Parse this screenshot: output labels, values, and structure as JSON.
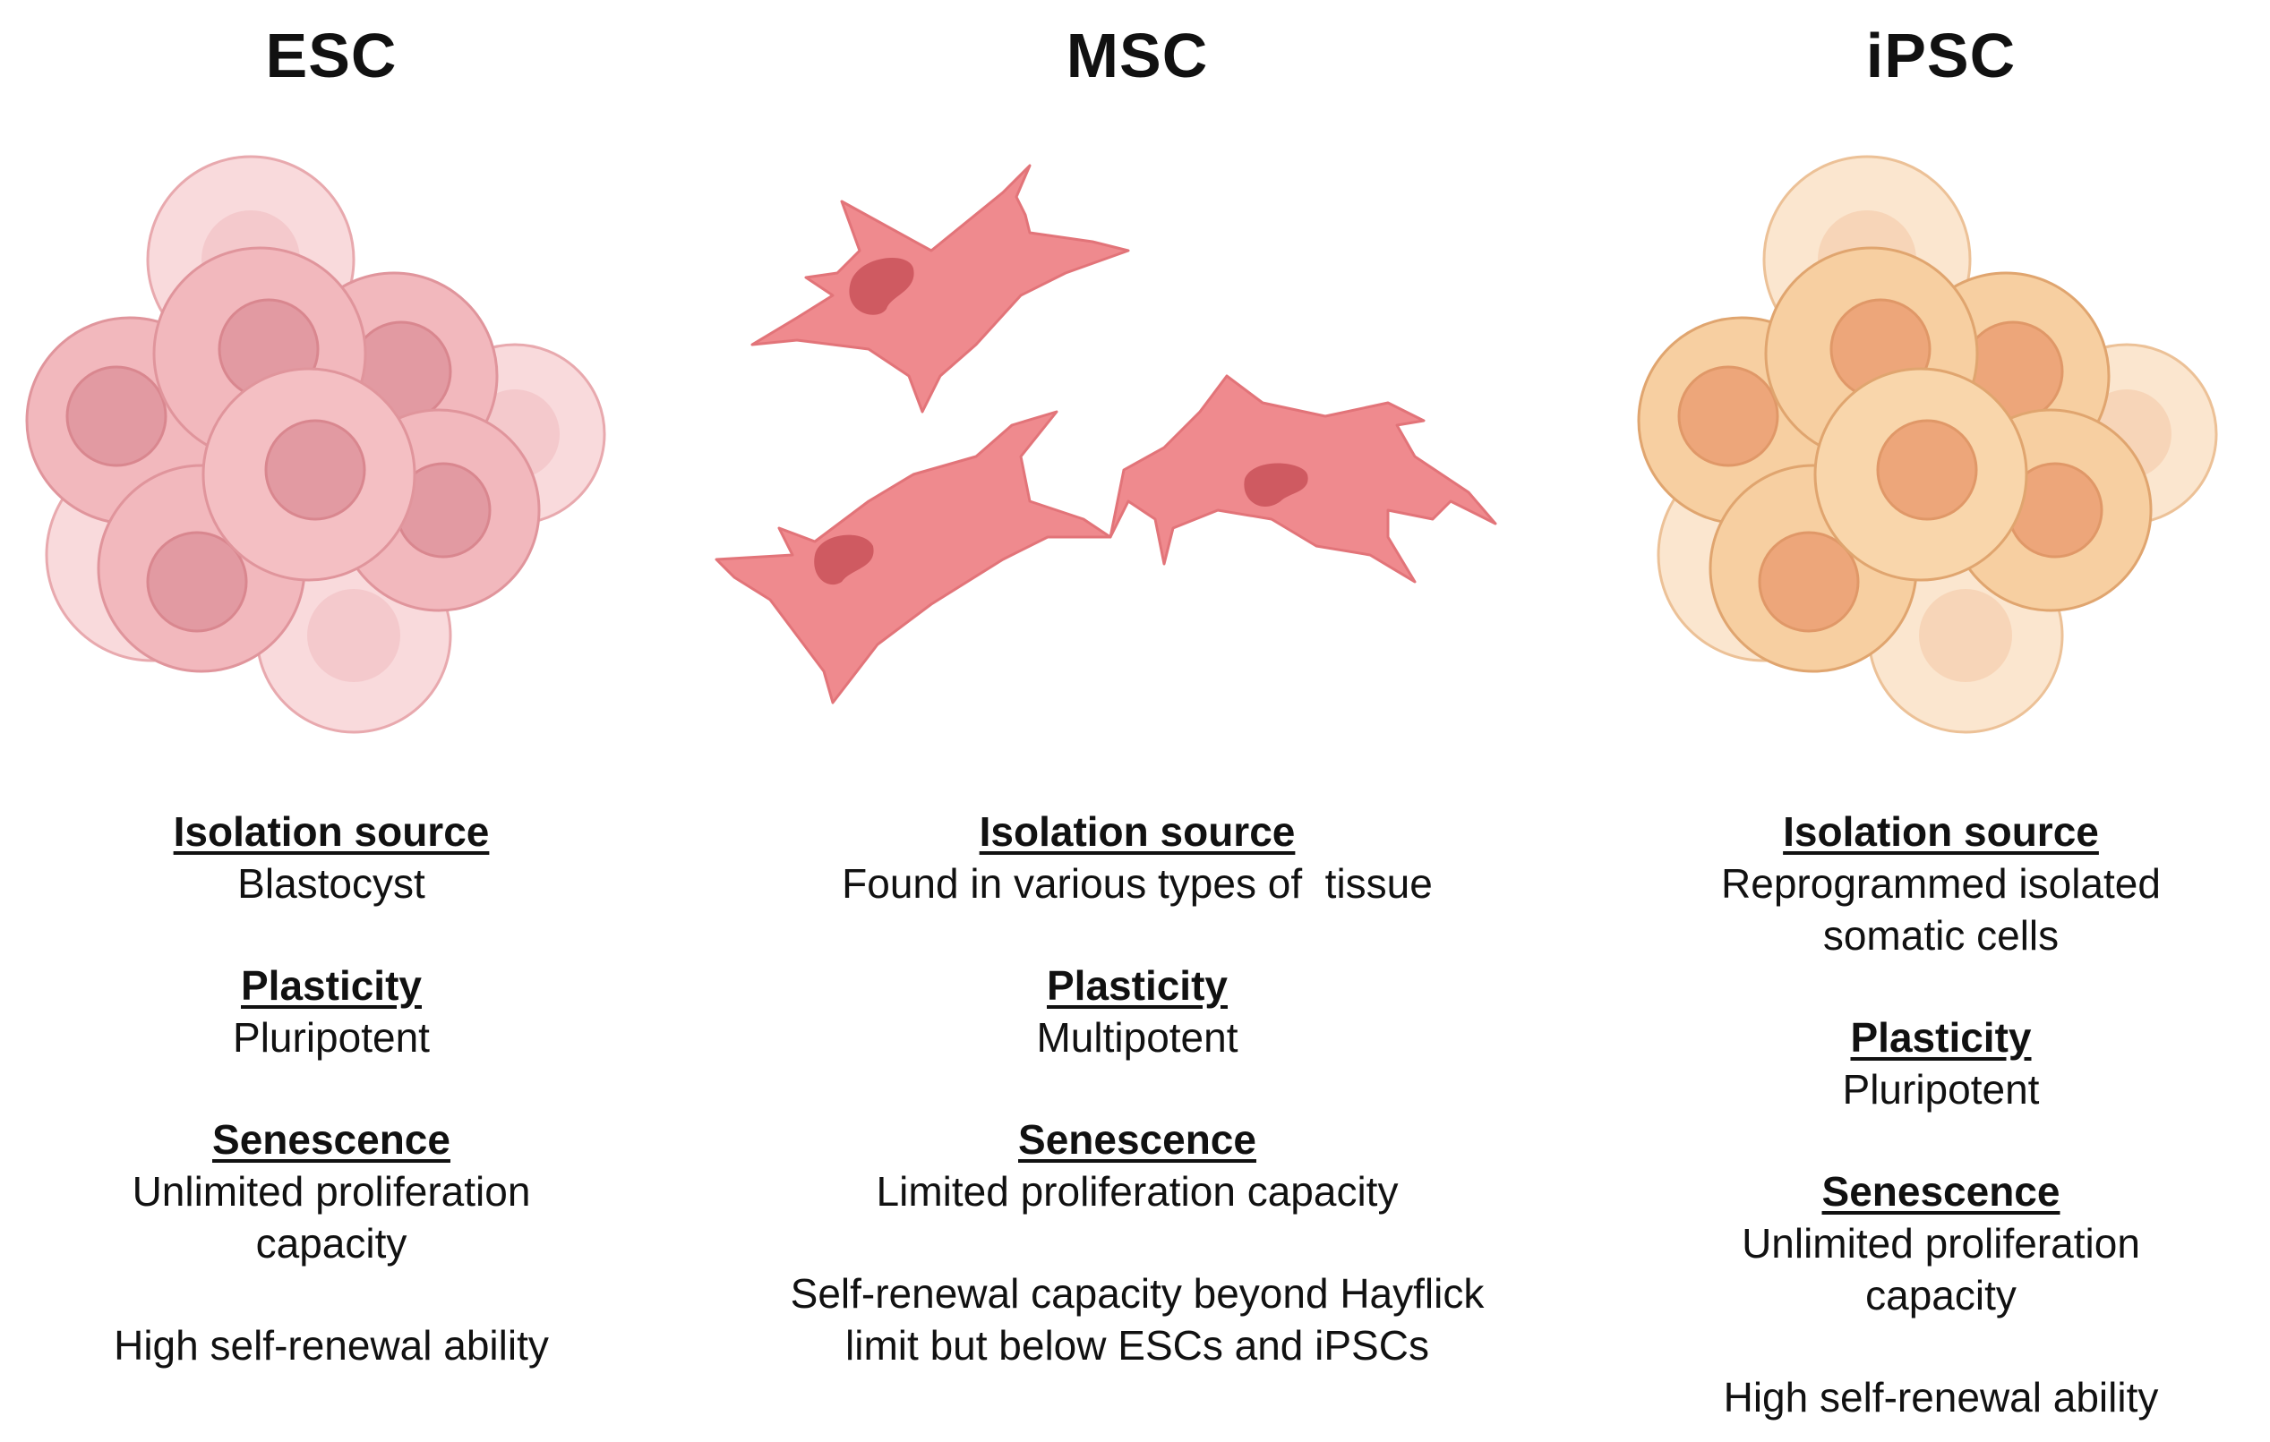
{
  "columns": {
    "esc": {
      "title": "ESC",
      "isolation_heading": "Isolation source",
      "isolation_value": "Blastocyst",
      "plasticity_heading": "Plasticity",
      "plasticity_value": "Pluripotent",
      "senescence_heading": "Senescence",
      "senescence_line1": "Unlimited proliferation",
      "senescence_line2": "capacity",
      "self_renewal": "High self-renewal ability"
    },
    "msc": {
      "title": "MSC",
      "isolation_heading": "Isolation source",
      "isolation_value": "Found in various types of  tissue",
      "plasticity_heading": "Plasticity",
      "plasticity_value": "Multipotent",
      "senescence_heading": "Senescence",
      "senescence_value": "Limited proliferation capacity",
      "self_renewal_line1": "Self-renewal capacity beyond Hayflick",
      "self_renewal_line2": "limit but below ESCs and iPSCs"
    },
    "ipsc": {
      "title": "iPSC",
      "isolation_heading": "Isolation source",
      "isolation_line1": "Reprogrammed isolated",
      "isolation_line2": "somatic cells",
      "plasticity_heading": "Plasticity",
      "plasticity_value": "Pluripotent",
      "senescence_heading": "Senescence",
      "senescence_line1": "Unlimited proliferation",
      "senescence_line2": "capacity",
      "self_renewal": "High self-renewal ability"
    }
  },
  "colors": {
    "esc_cell_fill": "#f2b8bd",
    "esc_cell_stroke": "#e0959c",
    "esc_nucleus": "#e29aa2",
    "msc_cell_fill": "#ef8a8e",
    "msc_nucleus": "#cf5a61",
    "ipsc_cell_fill": "#f7cfa1",
    "ipsc_cell_stroke": "#e0a56f",
    "ipsc_nucleus": "#eda67a"
  }
}
